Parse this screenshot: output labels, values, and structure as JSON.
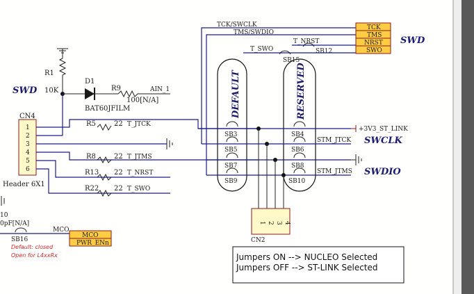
{
  "swd_left_label": "SWD",
  "swd_right_label": "SWD",
  "r1": {
    "ref": "R1",
    "value": "10K"
  },
  "d1": {
    "ref": "D1",
    "part": "BAT60JFILM"
  },
  "r9": {
    "ref": "R9",
    "value": "100[N/A]"
  },
  "ain": "AIN_1",
  "cn4": {
    "ref": "CN4",
    "type": "Header 6X1",
    "pins": [
      "1",
      "2",
      "3",
      "4",
      "5",
      "6"
    ]
  },
  "series_resistors": [
    {
      "ref": "R5",
      "value": "22",
      "net": "T_JTCK"
    },
    {
      "ref": "R8",
      "value": "22",
      "net": "T_JTMS"
    },
    {
      "ref": "R13",
      "value": "22",
      "net": "T_NRST"
    },
    {
      "ref": "R22",
      "value": "22",
      "net": "T_SWO"
    }
  ],
  "top_nets": {
    "tck": "TCK/SWCLK",
    "tms": "TMS/SWDIO",
    "nrst": "T_NRST",
    "swo": "T_SWO",
    "sb12": "SB12",
    "sb15": "SB15"
  },
  "swd_box": [
    "TCK",
    "TMS",
    "NRST",
    "SWO"
  ],
  "default_label": "DEFAULT",
  "reserved_label": "RESERVED",
  "bridges_left": [
    "SB3",
    "SB5",
    "SB7",
    "SB9"
  ],
  "bridges_right": [
    "SB4",
    "SB6",
    "SB8",
    "SB10"
  ],
  "power": "+3V3_ST_LINK",
  "stm_jtck": "STM_JTCK",
  "stm_jtms": "STM_JTMS",
  "swclk": "SWCLK",
  "swdio": "SWDIO",
  "cn2": {
    "ref": "CN2",
    "pins": [
      "1",
      "2",
      "3",
      "4"
    ]
  },
  "cap": {
    "ref": "10",
    "value": "0pF[N/A]"
  },
  "sb16": "SB16",
  "mco_net": "MCO",
  "mco_box": [
    "MCO",
    "PWR_ENn"
  ],
  "sb16_note": [
    "Default: closed",
    "Open for L4xxRx"
  ],
  "jumper_note": [
    "Jumpers ON  --> NUCLEO Selected",
    "Jumpers OFF --> ST-LINK Selected"
  ]
}
